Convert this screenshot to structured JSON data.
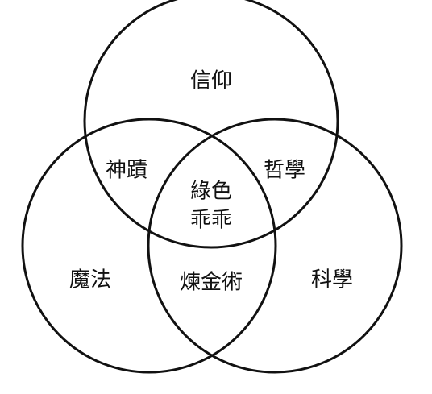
{
  "diagram": {
    "type": "venn-3",
    "colors": {
      "stroke": "#111111",
      "background": "#ffffff",
      "text": "#111111"
    },
    "regions": {
      "top_only": "信仰",
      "top_left": "神蹟",
      "top_right": "哲學",
      "center_line1": "綠色",
      "center_line2": "乖乖",
      "left_only": "魔法",
      "bottom_left_right": "煉金術",
      "right_only": "科學"
    }
  }
}
